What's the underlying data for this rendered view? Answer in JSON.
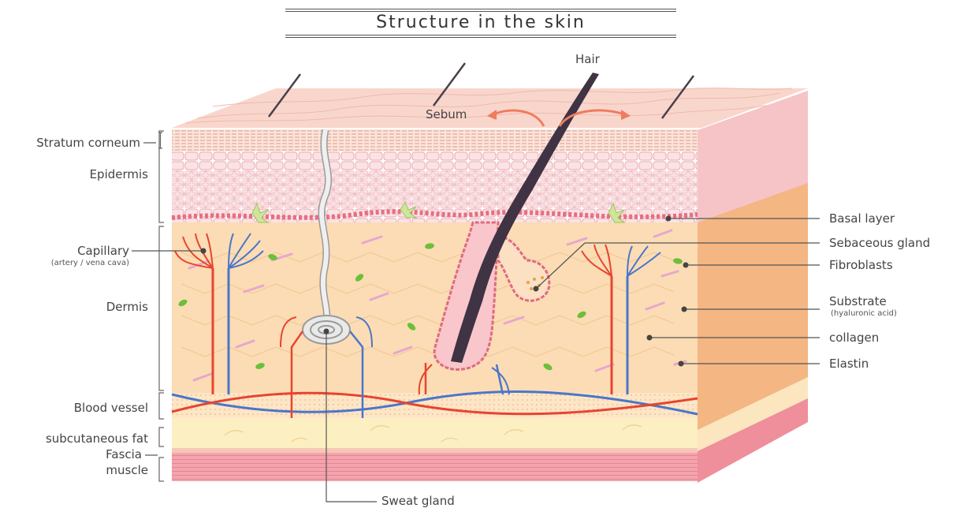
{
  "title": "Structure in the skin",
  "labels": {
    "hair": "Hair",
    "sebum": "Sebum",
    "stratum_corneum": "Stratum corneum",
    "epidermis": "Epidermis",
    "capillary": "Capillary",
    "capillary_sub": "(artery / vena cava)",
    "dermis": "Dermis",
    "blood_vessel": "Blood vessel",
    "subcutaneous_fat": "subcutaneous fat",
    "fascia": "Fascia",
    "muscle": "muscle",
    "sweat_gland": "Sweat gland",
    "basal_layer": "Basal layer",
    "sebaceous_gland": "Sebaceous gland",
    "fibroblasts": "Fibroblasts",
    "substrate": "Substrate",
    "substrate_sub": "(hyaluronic acid)",
    "collagen": "collagen",
    "elastin": "Elastin"
  },
  "colors": {
    "surface": "#f9d8cf",
    "epidermis": "#f7cbcd",
    "dermis": "#fbdcb4",
    "fat": "#fcefc0",
    "muscle": "#ef9aa5",
    "side": "#f4b683",
    "artery": "#e8442f",
    "vein": "#4b76c9",
    "hair": "#3f3344",
    "fibroblast": "#6cbf3a",
    "elastin": "#e7a6cf",
    "sweat": "#d9d9d9",
    "leader": "#555555"
  }
}
